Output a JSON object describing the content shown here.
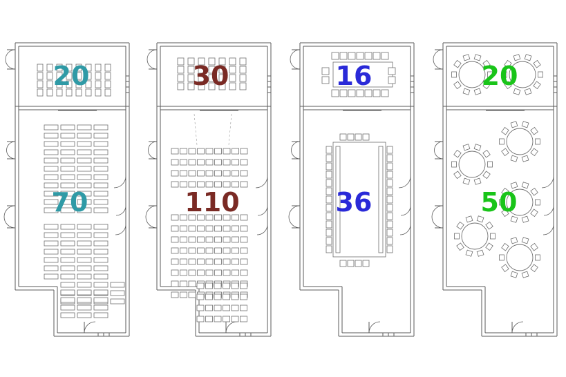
{
  "colors": {
    "teal": "#2f9aa6",
    "maroon": "#7a2a24",
    "blue": "#2a2ad8",
    "green": "#19c419",
    "wall": "#5a5a5a",
    "furniture": "#6e6e6e"
  },
  "layouts": [
    {
      "id": "classroom",
      "small_room": "20",
      "main_room": "70",
      "color": "#2f9aa6"
    },
    {
      "id": "theatre",
      "small_room": "30",
      "main_room": "110",
      "color": "#7a2a24"
    },
    {
      "id": "boardroom",
      "small_room": "16",
      "main_room": "36",
      "color": "#2a2ad8"
    },
    {
      "id": "banquet",
      "small_room": "20",
      "main_room": "50",
      "color": "#19c419"
    }
  ]
}
